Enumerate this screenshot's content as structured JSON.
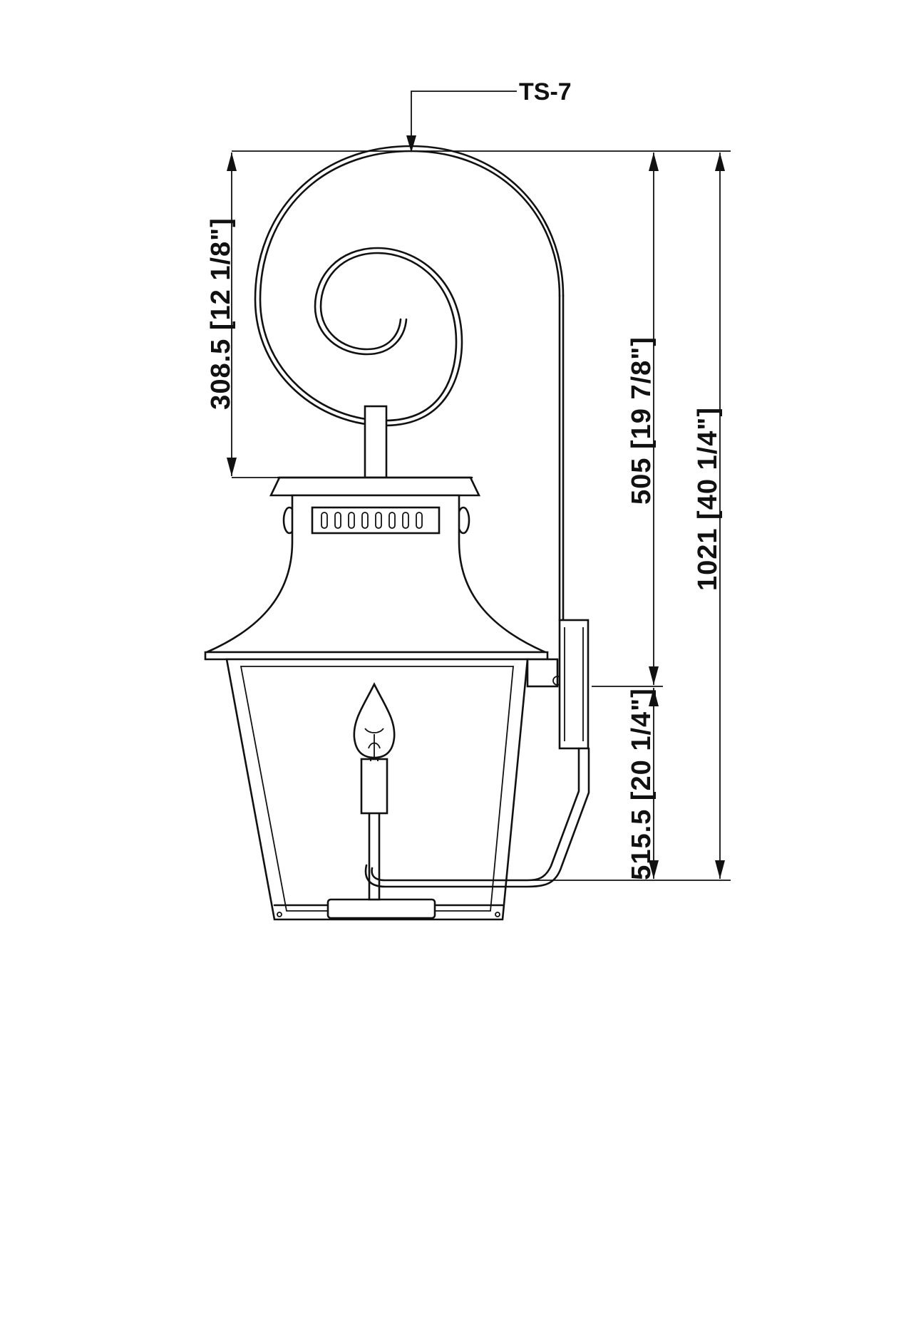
{
  "callout": {
    "label": "TS-7"
  },
  "dimensions": {
    "arm_height": "308.5  [12 1/8\"]",
    "upper_height": "505  [19 7/8\"]",
    "overall_height": "1021  [40 1/4\"]",
    "lower_height": "515.5  [20 1/4\"]"
  }
}
